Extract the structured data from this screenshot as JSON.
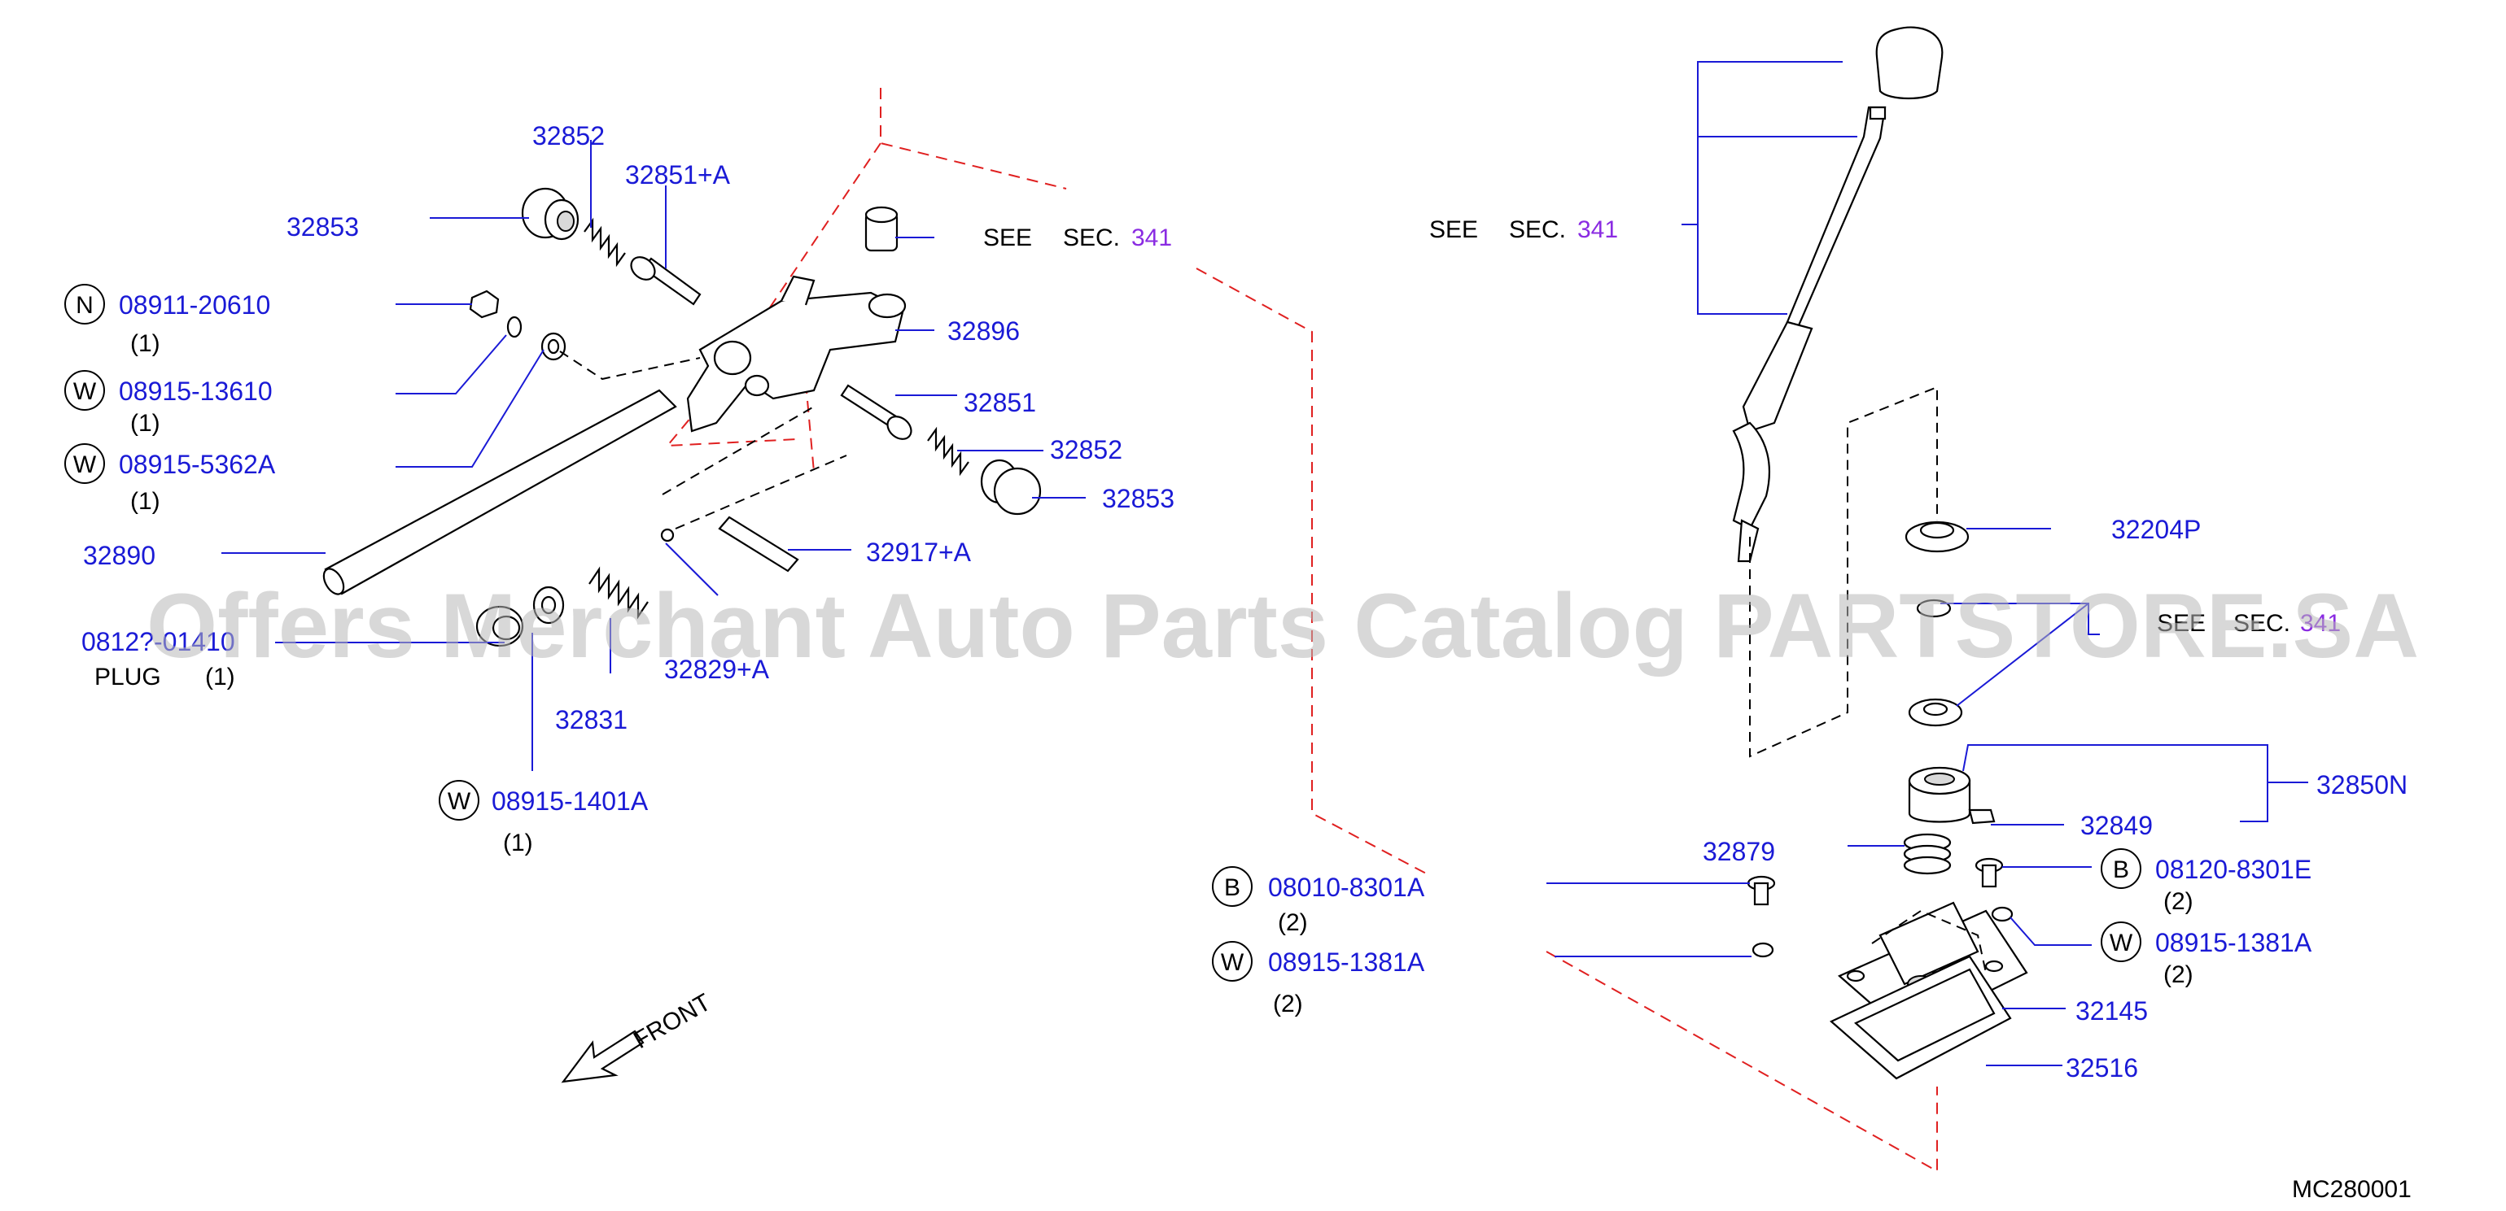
{
  "diagram_code": "MC280001",
  "watermark": "Offers Merchant Auto Parts Catalog PARTSTORE.SA",
  "front_label": "FRONT",
  "see_sec": {
    "see": "SEE",
    "sec": "SEC.",
    "num": "341"
  },
  "callouts": {
    "p32852_top": "32852",
    "p32851A_top": "32851+A",
    "p32853_top": "32853",
    "p32896": "32896",
    "p32851": "32851",
    "p32852_mid": "32852",
    "p32853_mid": "32853",
    "p32890": "32890",
    "p32917A": "32917+A",
    "p32829A": "32829+A",
    "p32831": "32831",
    "p32204P": "32204P",
    "p32850N": "32850N",
    "p32849": "32849",
    "p32879": "32879",
    "p32145": "32145",
    "p32516": "32516"
  },
  "fasteners": [
    {
      "type": "N",
      "part": "08911-20610",
      "qty": "(1)"
    },
    {
      "type": "W",
      "part": "08915-13610",
      "qty": "(1)"
    },
    {
      "type": "W",
      "part": "08915-5362A",
      "qty": "(1)"
    },
    {
      "type": "W",
      "part": "08915-1401A",
      "qty": "(1)"
    },
    {
      "type": "B",
      "part": "08010-8301A",
      "qty": "(2)"
    },
    {
      "type": "W",
      "part": "08915-1381A",
      "qty": "(2)"
    },
    {
      "type": "B",
      "part": "08120-8301E",
      "qty": "(2)"
    },
    {
      "type": "W",
      "part": "08915-1381A",
      "qty": "(2)"
    }
  ],
  "plug": {
    "part": "0812?-01410",
    "label": "PLUG",
    "qty": "(1)"
  }
}
